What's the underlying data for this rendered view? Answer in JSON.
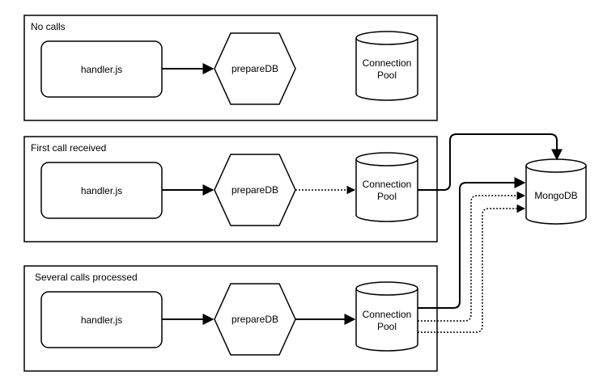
{
  "panels": [
    {
      "label": "No calls",
      "handler": "handler.js",
      "prepare": "prepareDB",
      "pool_line1": "Connection",
      "pool_line2": "Pool"
    },
    {
      "label": "First call received",
      "handler": "handler.js",
      "prepare": "prepareDB",
      "pool_line1": "Connection",
      "pool_line2": "Pool"
    },
    {
      "label": "Several calls processed",
      "handler": "handler.js",
      "prepare": "prepareDB",
      "pool_line1": "Connection",
      "pool_line2": "Pool"
    }
  ],
  "database": {
    "label": "MongoDB"
  },
  "colors": {
    "stroke": "#000000",
    "background": "#ffffff"
  }
}
